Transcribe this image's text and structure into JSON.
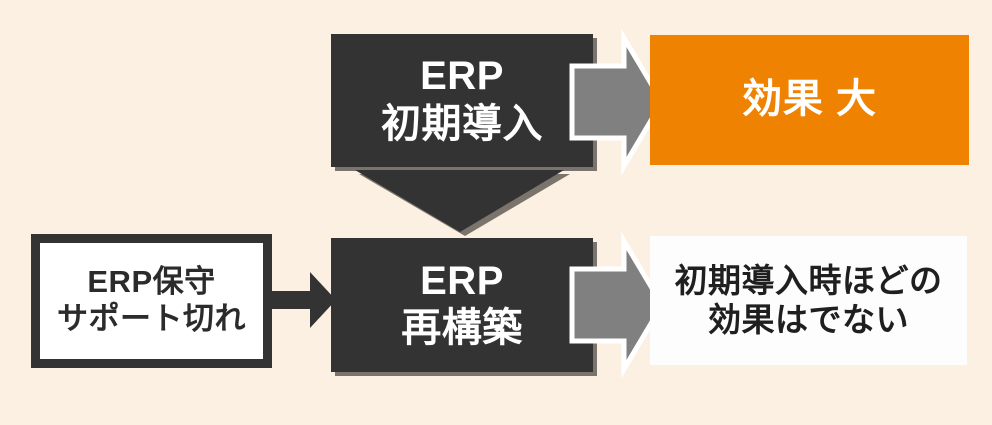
{
  "diagram": {
    "title": "ERP initial implementation vs rebuild effect comparison",
    "background_color": "#fcf0e2",
    "colors": {
      "dark_box": "#333333",
      "orange_accent": "#ef8200",
      "gray_arrow": "#808080",
      "shadow": "#7a746d",
      "white_box": "#ffffff",
      "text_dark": "#2b2b2b",
      "text_light": "#ffffff"
    },
    "nodes": {
      "erp_initial": {
        "line1": "ERP",
        "line2": "初期導入",
        "style": "dark"
      },
      "effect_large": {
        "line1": "効果 大",
        "style": "orange"
      },
      "support_end": {
        "line1": "ERP保守",
        "line2": "サポート切れ",
        "style": "outlined"
      },
      "erp_rebuild": {
        "line1": "ERP",
        "line2": "再構築",
        "style": "dark"
      },
      "effect_small": {
        "line1": "初期導入時ほどの",
        "line2": "効果はでない",
        "style": "plain"
      }
    },
    "connectors": {
      "initial_to_effect_large": "block-arrow-right-icon",
      "rebuild_to_effect_small": "block-arrow-right-icon",
      "initial_to_rebuild": "triangle-arrow-down-icon",
      "support_end_to_rebuild": "arrow-right-icon"
    }
  }
}
